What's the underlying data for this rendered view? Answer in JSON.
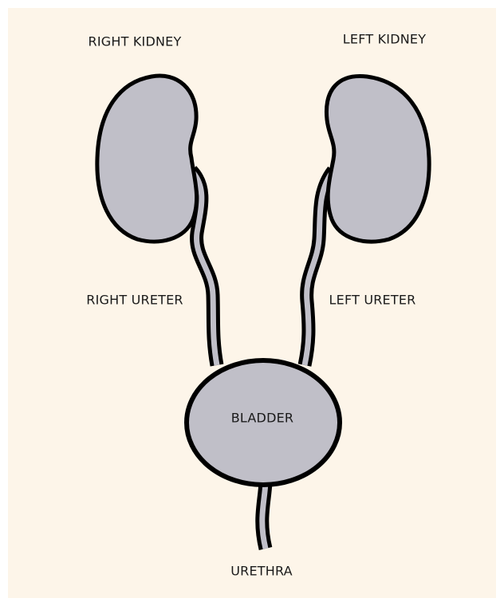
{
  "labels": {
    "right_kidney": "RIGHT KIDNEY",
    "left_kidney": "LEFT KIDNEY",
    "right_ureter": "RIGHT URETER",
    "left_ureter": "LEFT URETER",
    "bladder": "BLADDER",
    "urethra": "URETHRA"
  },
  "colors": {
    "background": "#fdf5e9",
    "organ_fill": "#c0bfc8",
    "outline": "#000000"
  }
}
